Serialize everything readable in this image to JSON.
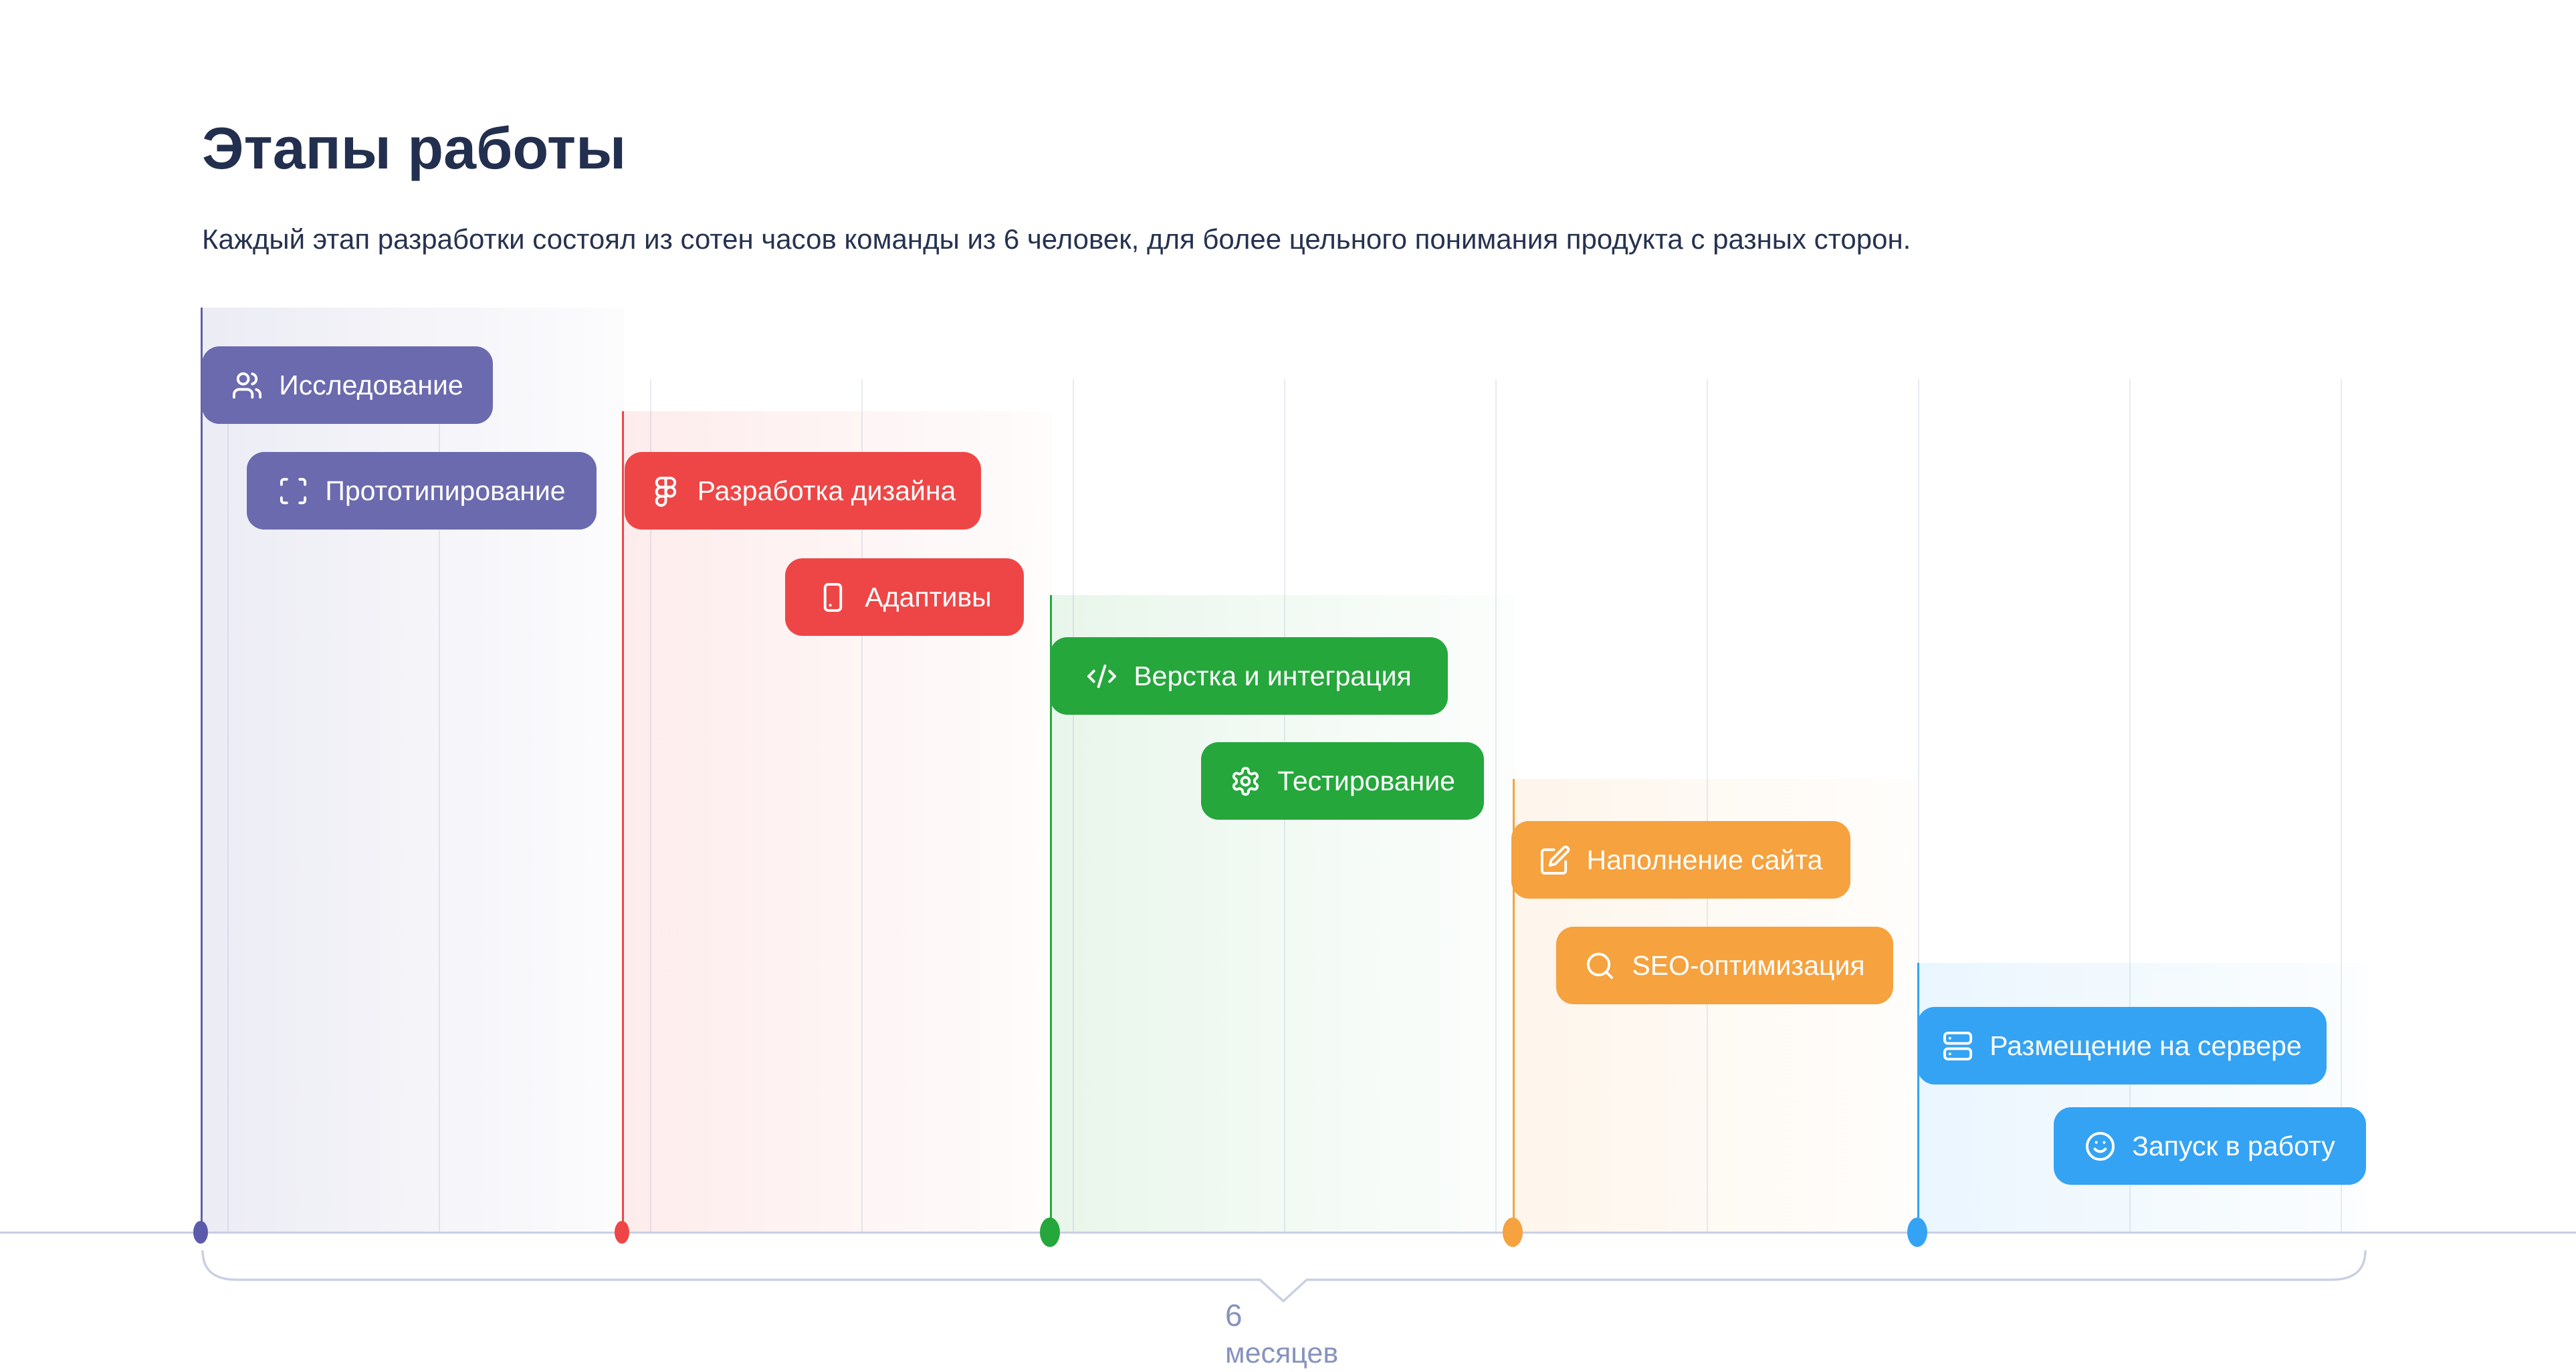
{
  "header": {
    "title": "Этапы работы",
    "subtitle": "Каждый этап разработки состоял из сотен часов команды из 6 человек, для более цельного понимания продукта с разных сторон."
  },
  "timeline": {
    "duration_value": "6",
    "duration_unit": "месяцев",
    "axis_color": "#C8CFE3",
    "bracket_color": "#C9D0E4",
    "label_color": "#8793BD",
    "gridline_color": "#E8EBF4"
  },
  "groups": [
    {
      "name": "research",
      "color": "#6B6AAE",
      "stage_indexes": [
        0,
        1
      ]
    },
    {
      "name": "design",
      "color": "#EE4646",
      "stage_indexes": [
        2,
        3
      ]
    },
    {
      "name": "development",
      "color": "#25A73C",
      "stage_indexes": [
        4,
        5
      ]
    },
    {
      "name": "content",
      "color": "#F5A23F",
      "stage_indexes": [
        6,
        7
      ]
    },
    {
      "name": "launch",
      "color": "#34A3F3",
      "stage_indexes": [
        8,
        9
      ]
    }
  ],
  "stages": [
    {
      "label": "Исследование",
      "icon": "users-icon",
      "color": "#6B6AAE"
    },
    {
      "label": "Прототипирование",
      "icon": "scan-frame-icon",
      "color": "#6B6AAE"
    },
    {
      "label": "Разработка дизайна",
      "icon": "figma-icon",
      "color": "#EE4646"
    },
    {
      "label": "Адаптивы",
      "icon": "smartphone-icon",
      "color": "#EE4646"
    },
    {
      "label": "Верстка и интеграция",
      "icon": "code-icon",
      "color": "#25A73C"
    },
    {
      "label": "Тестирование",
      "icon": "gear-icon",
      "color": "#25A73C"
    },
    {
      "label": "Наполнение сайта",
      "icon": "edit-icon",
      "color": "#F5A23F"
    },
    {
      "label": "SEO-оптимизация",
      "icon": "search-icon",
      "color": "#F5A23F"
    },
    {
      "label": "Размещение на сервере",
      "icon": "server-icon",
      "color": "#34A3F3"
    },
    {
      "label": "Запуск в работу",
      "icon": "smile-icon",
      "color": "#34A3F3"
    }
  ]
}
